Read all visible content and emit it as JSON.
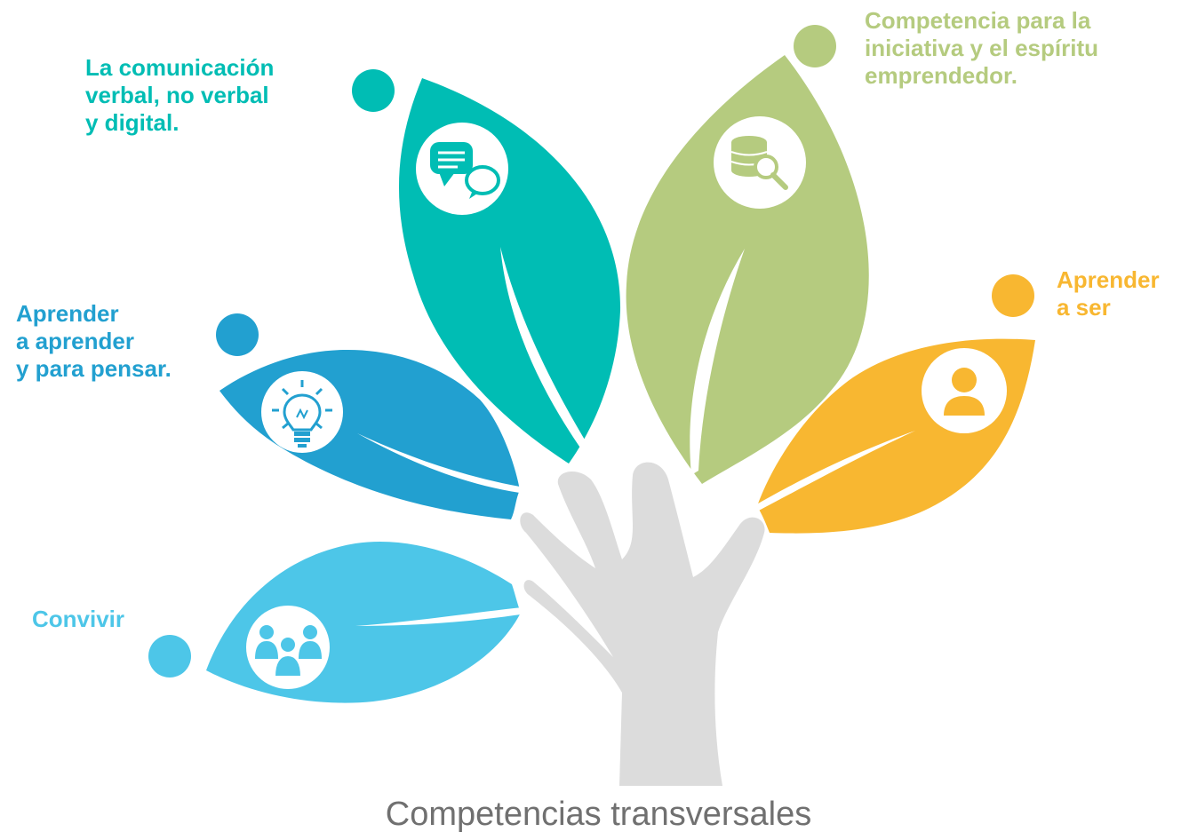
{
  "caption": "Competencias transversales",
  "colors": {
    "teal": "#00BDB4",
    "green": "#B5CB7F",
    "blue": "#22A0D0",
    "orange": "#F8B731",
    "light_blue": "#4DC6E8",
    "trunk": "#DCDCDC",
    "caption": "#707070"
  },
  "competencies": [
    {
      "key": "comunicacion",
      "lines": [
        "La comunicación",
        "verbal, no verbal",
        "y digital."
      ],
      "icon": "speech-bubbles-icon",
      "color": "#00BDB4"
    },
    {
      "key": "iniciativa",
      "lines": [
        "Competencia para la",
        "iniciativa y el espíritu",
        "emprendedor."
      ],
      "icon": "database-search-icon",
      "color": "#B5CB7F"
    },
    {
      "key": "aprender-a-aprender",
      "lines": [
        "Aprender",
        "a aprender",
        "y para pensar."
      ],
      "icon": "lightbulb-icon",
      "color": "#22A0D0"
    },
    {
      "key": "aprender-a-ser",
      "lines": [
        "Aprender",
        "a ser"
      ],
      "icon": "person-icon",
      "color": "#F8B731"
    },
    {
      "key": "convivir",
      "lines": [
        "Convivir"
      ],
      "icon": "group-icon",
      "color": "#4DC6E8"
    }
  ]
}
